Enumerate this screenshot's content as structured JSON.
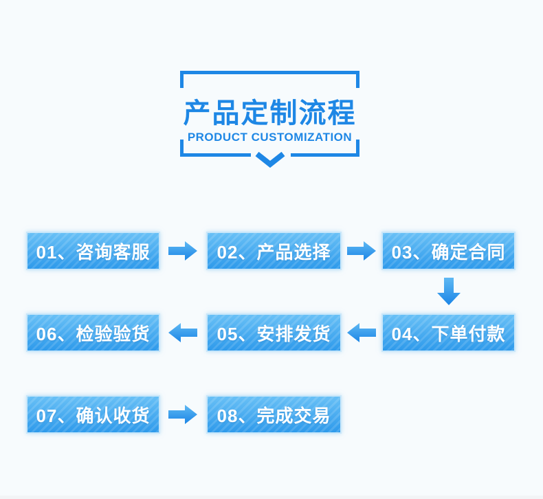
{
  "page": {
    "background_color": "#F7FBFD",
    "accent_color": "#1E87E5"
  },
  "header": {
    "title": "产品定制流程",
    "subtitle": "PRODUCT CUSTOMIZATION"
  },
  "flow": {
    "box_style": {
      "gradient_top": "#68C0F6",
      "gradient_bottom": "#2E9AEB",
      "border_color": "#C9E7FA",
      "text_color": "#FFFFFF",
      "stripe_pattern": "diagonal"
    },
    "arrow_style": {
      "gradient_top": "#5FB9F3",
      "gradient_bottom": "#1B85E6"
    },
    "steps": [
      {
        "number": "01",
        "label": "咨询客服",
        "text": "01、咨询客服"
      },
      {
        "number": "02",
        "label": "产品选择",
        "text": "02、产品选择"
      },
      {
        "number": "03",
        "label": "确定合同",
        "text": "03、确定合同"
      },
      {
        "number": "04",
        "label": "下单付款",
        "text": "04、下单付款"
      },
      {
        "number": "05",
        "label": "安排发货",
        "text": "05、安排发货"
      },
      {
        "number": "06",
        "label": "检验验货",
        "text": "06、检验验货"
      },
      {
        "number": "07",
        "label": "确认收货",
        "text": "07、确认收货"
      },
      {
        "number": "08",
        "label": "完成交易",
        "text": "08、完成交易"
      }
    ],
    "connections": [
      {
        "from": "01",
        "to": "02",
        "direction": "right"
      },
      {
        "from": "02",
        "to": "03",
        "direction": "right"
      },
      {
        "from": "03",
        "to": "04",
        "direction": "down"
      },
      {
        "from": "04",
        "to": "05",
        "direction": "left"
      },
      {
        "from": "05",
        "to": "06",
        "direction": "left"
      },
      {
        "from": "07",
        "to": "08",
        "direction": "right"
      }
    ]
  }
}
